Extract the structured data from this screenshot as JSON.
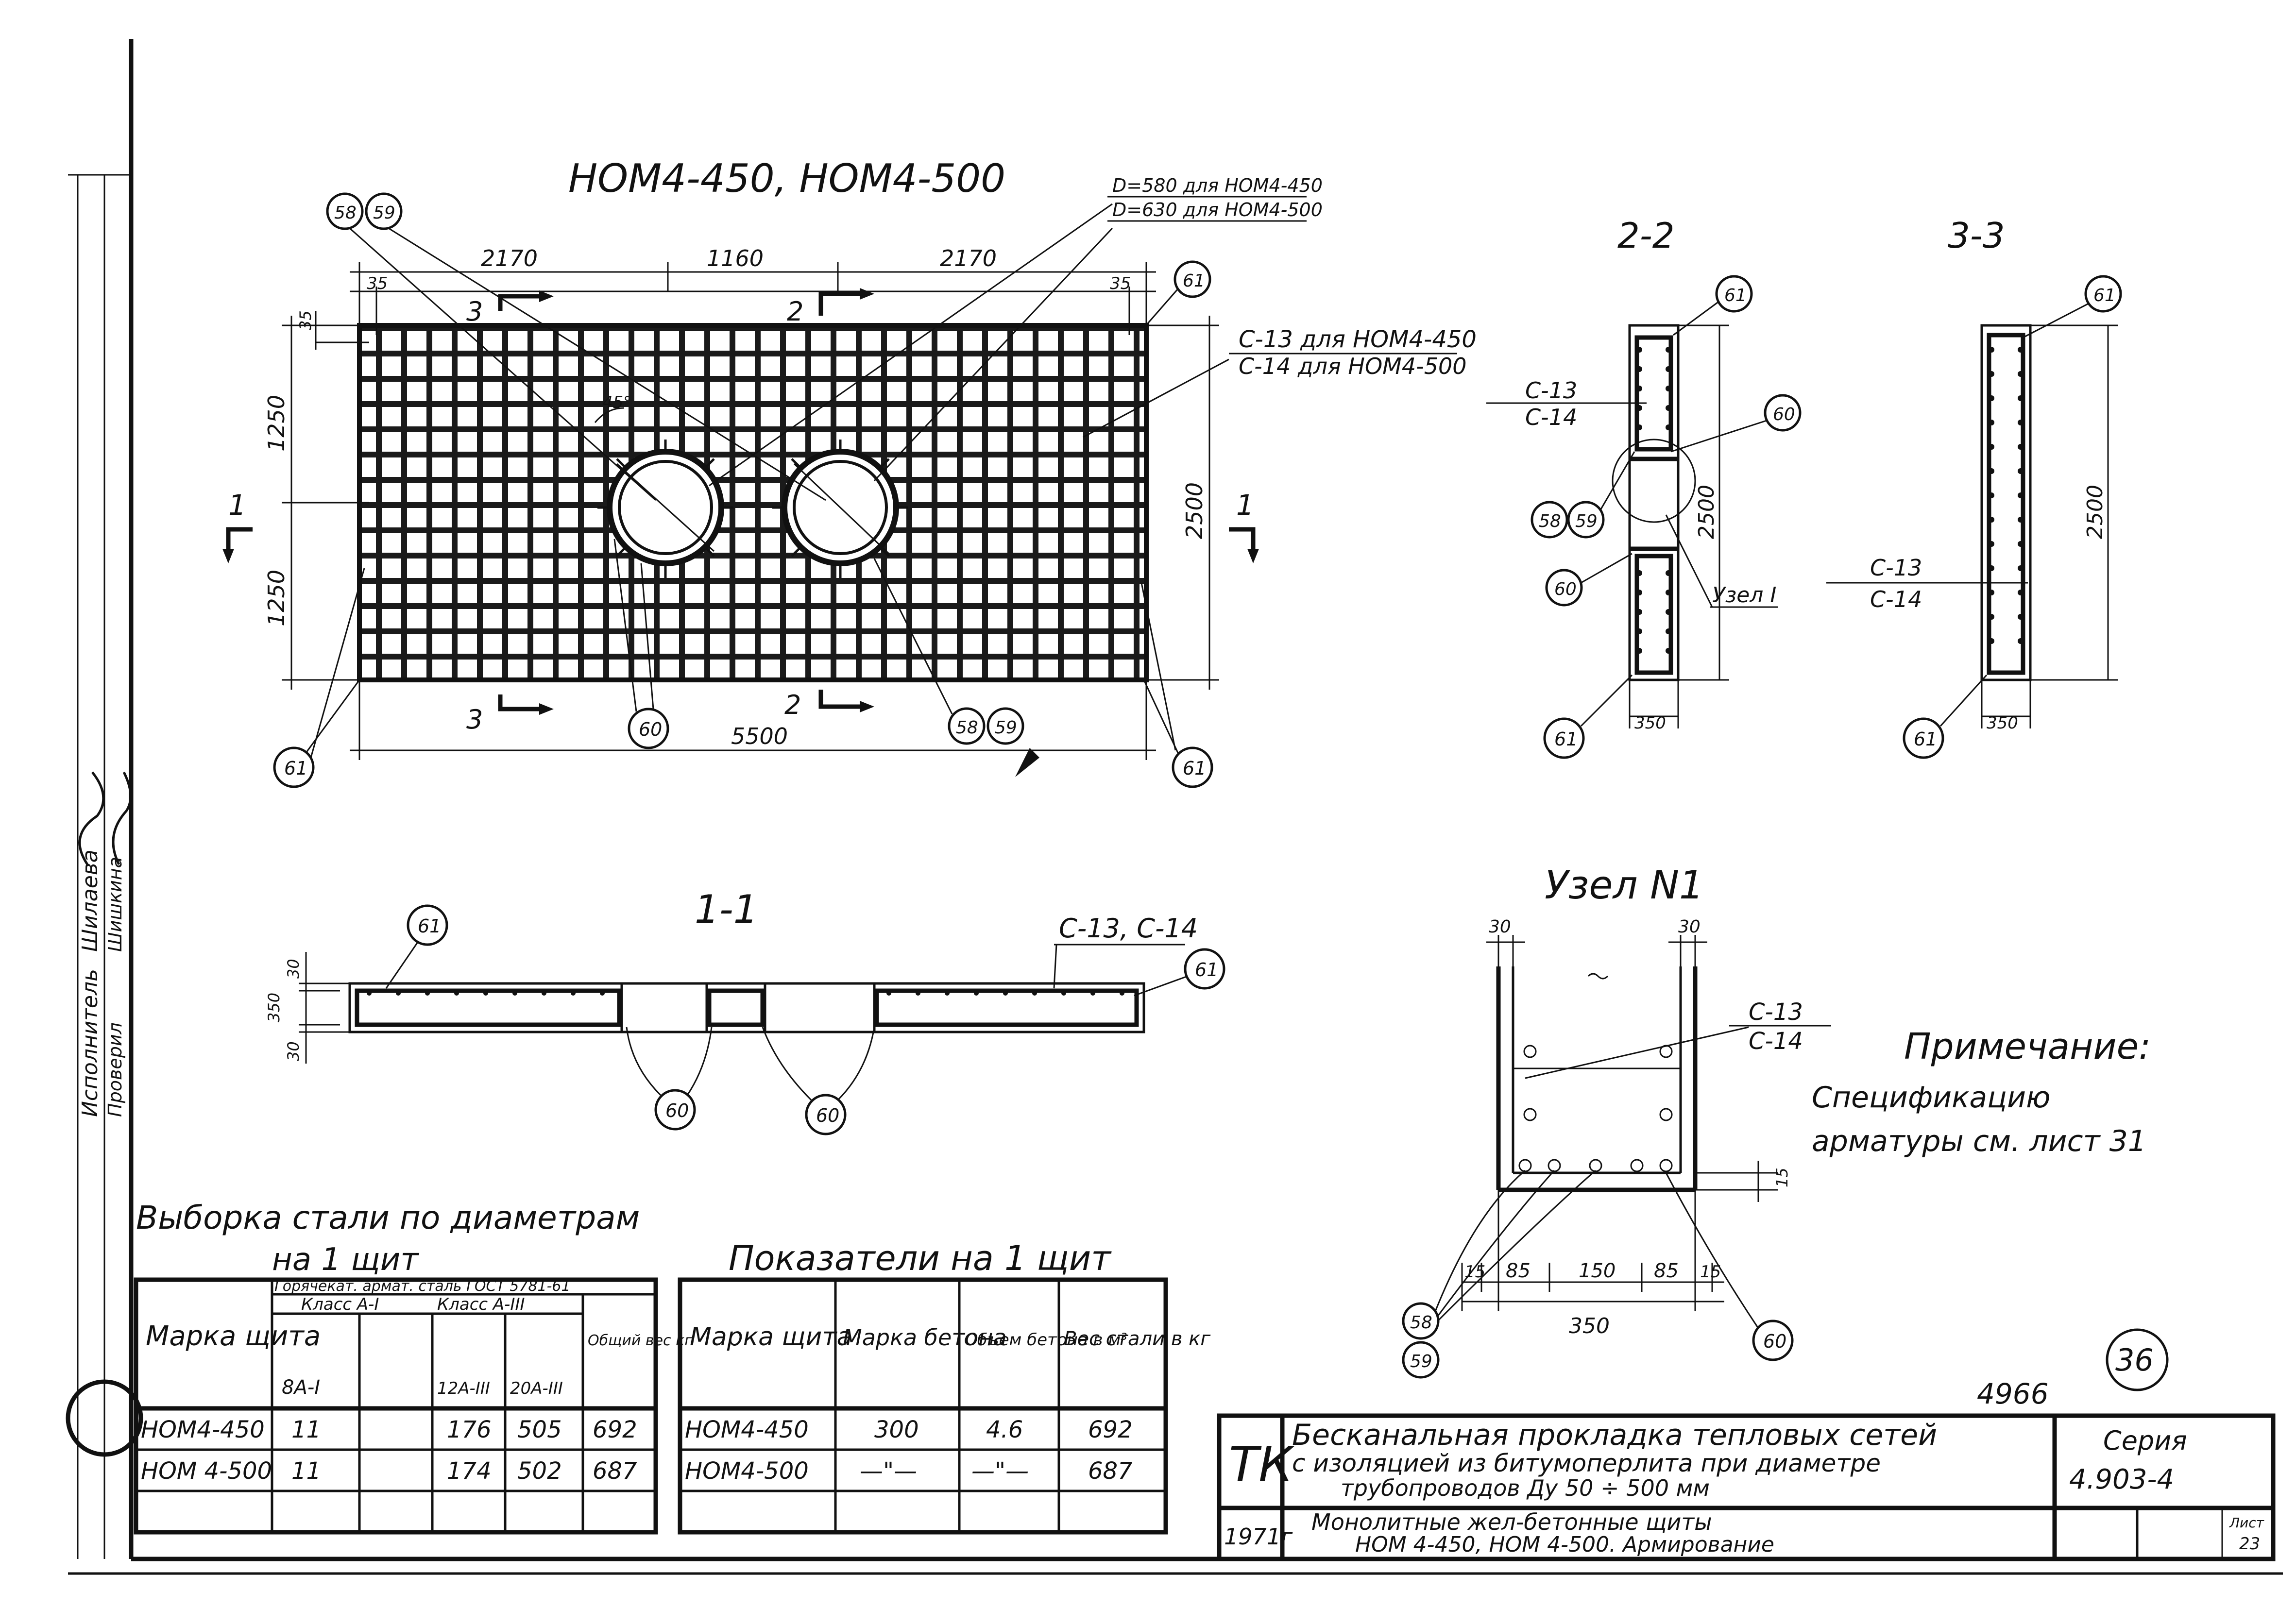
{
  "main_view": {
    "title": "НОМ4-450, НОМ4-500",
    "note_d1": "D=580 для НОМ4-450",
    "note_d2": "D=630 для НОМ4-500",
    "note_c1": "С-13 для НОМ4-450",
    "note_c2": "С-14 для НОМ4-500",
    "dim_top": [
      "35",
      "2170",
      "1160",
      "2170",
      "35"
    ],
    "dim_left": [
      "35",
      "1250",
      "1250"
    ],
    "dim_right": "2500",
    "dim_bottom": "5500",
    "angle": "45°",
    "section_marks": [
      "3",
      "2",
      "3",
      "2",
      "1",
      "1"
    ],
    "callouts": [
      "58",
      "59",
      "61",
      "61",
      "61",
      "60",
      "58",
      "59"
    ]
  },
  "section_2": {
    "title": "2-2",
    "c13": "С-13",
    "c14": "С-14",
    "dim_height": "2500",
    "dim_width": "350",
    "node_label": "Узел I",
    "callouts": [
      "61",
      "60",
      "58",
      "59",
      "60",
      "61"
    ]
  },
  "section_3": {
    "title": "3-3",
    "c13": "С-13",
    "c14": "С-14",
    "dim_height": "2500",
    "dim_width": "350",
    "callouts": [
      "61",
      "61"
    ]
  },
  "section_1": {
    "title": "1-1",
    "label_c": "С-13, С-14",
    "dims": [
      "30",
      "350",
      "30"
    ],
    "callouts": [
      "61",
      "61",
      "60",
      "60"
    ]
  },
  "node_view": {
    "title": "Узел N1",
    "dim_top": [
      "30",
      "30"
    ],
    "c13": "С-13",
    "c14": "С-14",
    "dim_bottom": [
      "15",
      "85",
      "150",
      "85",
      "15"
    ],
    "dim_total": "350",
    "dim_side": "15",
    "callouts": [
      "58",
      "59",
      "60"
    ]
  },
  "note": {
    "title": "Примечание:",
    "line1": "Спецификацию",
    "line2": "арматуры см. лист 31"
  },
  "steel_table": {
    "title": "Выборка стали по диаметрам",
    "subtitle": "на 1 щит",
    "head_group": "Горячекат. армат. сталь ГОСТ 5781-61",
    "head_class1": "Класс А-I",
    "head_class3": "Класс А-III",
    "head_mark": "Марка щита",
    "head_total": "Общий вес кг",
    "sub_heads": [
      "8А-I",
      "",
      "12А-III",
      "20А-III"
    ],
    "rows": [
      [
        "НОМ4-450",
        "11",
        "",
        "176",
        "505",
        "692"
      ],
      [
        "НОМ 4-500",
        "11",
        "",
        "174",
        "502",
        "687"
      ],
      [
        "",
        "",
        "",
        "",
        "",
        ""
      ]
    ]
  },
  "indicators_table": {
    "title": "Показатели на 1 щит",
    "headers": [
      "Марка щита",
      "Марка бетона",
      "Объем бетона в м³",
      "Вес стали в кг"
    ],
    "rows": [
      [
        "НОМ4-450",
        "300",
        "4.6",
        "692"
      ],
      [
        "НОМ4-500",
        "—\"—",
        "—\"—",
        "687"
      ],
      [
        "",
        "",
        "",
        ""
      ]
    ]
  },
  "title_block": {
    "org": "ТК",
    "year": "1971г",
    "title_line1": "Бесканальная прокладка тепловых сетей",
    "title_line2": "с изоляцией из битумоперлита при диаметре",
    "title_line3": "трубопроводов Ду 50 ÷ 500 мм",
    "subtitle_line1": "Монолитные жел-бетонные щиты",
    "subtitle_line2": "НОМ 4-450, НОМ 4-500. Армирование",
    "series_label": "Серия",
    "series_value": "4.903-4",
    "sheet_label": "Лист",
    "sheet_value": "23",
    "number": "4966",
    "page_number": "36"
  },
  "stamp_side": {
    "role1": "Исполнитель",
    "name1": "Шилаева",
    "role2": "Проверил",
    "name2": "Шишкина"
  }
}
